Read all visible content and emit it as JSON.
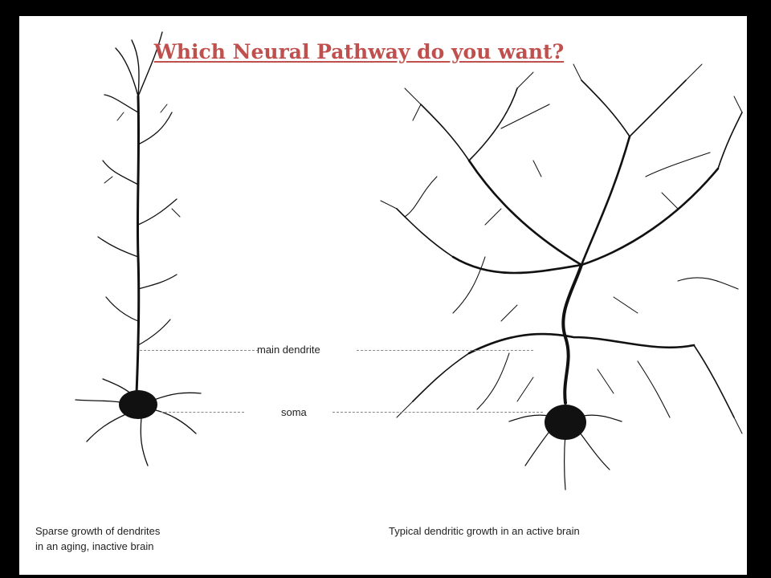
{
  "slide": {
    "title": "Which Neural Pathway do you want?",
    "title_color": "#c0504d"
  },
  "labels": {
    "main_dendrite": "main dendrite",
    "soma": "soma"
  },
  "captions": {
    "left_line1": "Sparse growth of dendrites",
    "left_line2": "in an aging, inactive brain",
    "right": "Typical dendritic growth in an active brain"
  }
}
